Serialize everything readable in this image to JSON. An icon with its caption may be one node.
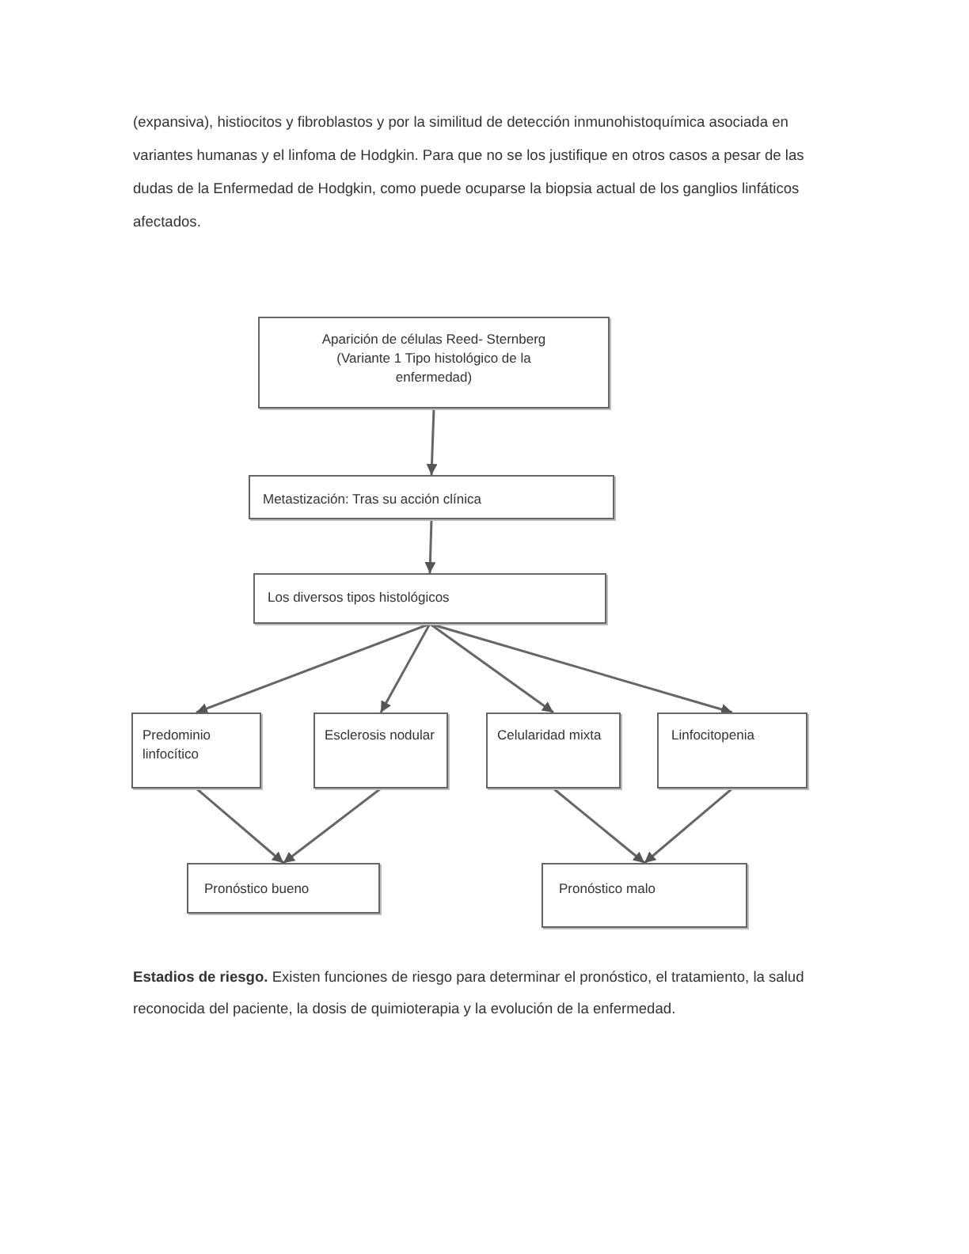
{
  "diagram": {
    "nodes": [
      {
        "text": [
          "Aparición de células Reed- Sternberg (Variante 1 Tipo histológico de la enfermedad)"
        ]
      },
      {
        "text": [
          "Metastización: Tras su acción clínica"
        ]
      },
      {
        "text": [
          "Los diversos tipos histológicos"
        ]
      },
      {
        "text": [
          "Predominio linfocítico"
        ]
      },
      {
        "text": [
          "Esclerosis nodular"
        ]
      },
      {
        "text": [
          "Celularidad mixta"
        ]
      },
      {
        "text": [
          "Linfocitopenia"
        ]
      },
      {
        "text": [
          "Pronóstico bueno"
        ]
      },
      {
        "text": [
          "Pronóstico malo"
        ]
      }
    ],
    "edges": [
      {
        "from": 0,
        "to": 1,
        "arrow": "to"
      },
      {
        "from": 1,
        "to": 2,
        "arrow": "to"
      },
      {
        "from": 2,
        "to": 3,
        "arrow": "to"
      },
      {
        "from": 2,
        "to": 4,
        "arrow": "to"
      },
      {
        "from": 2,
        "to": 5,
        "arrow": "to"
      },
      {
        "from": 2,
        "to": 6,
        "arrow": "to"
      },
      {
        "from": 3,
        "to": 7,
        "arrow": "to"
      },
      {
        "from": 4,
        "to": 7,
        "arrow": "to"
      },
      {
        "from": 5,
        "to": 8,
        "arrow": "to"
      },
      {
        "from": 6,
        "to": 8,
        "arrow": "to"
      }
    ],
    "labels": [
      "(expansiva), histiocitos y fibroblastos y por la similitud de detección inmunohistoquímica asociada en variantes humanas y el linfoma de Hodgkin. Para que no se los justifique en otros casos a pesar de las dudas de la Enfermedad de Hodgkin, como puede ocuparse la biopsia actual de los ganglios linfáticos afectados.",
      "**Estadios de riesgo.** Existen funciones de riesgo para determinar el pronóstico, el tratamiento, la salud reconocida del paciente, la dosis de quimioterapia y la evolución de la enfermedad."
    ]
  }
}
